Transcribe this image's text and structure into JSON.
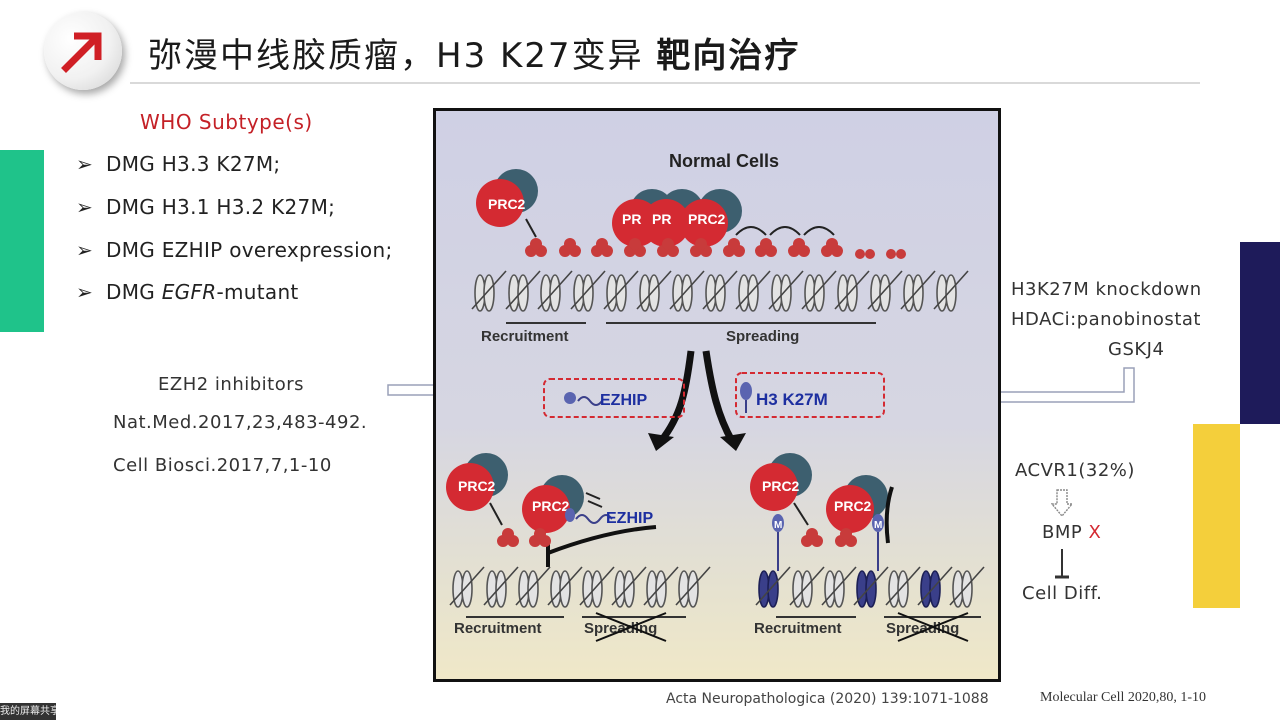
{
  "header": {
    "title_part1": "弥漫中线胶质瘤，H3 K27变异",
    "title_part2": "靶向治疗"
  },
  "left": {
    "who_label": "WHO Subtype(s)",
    "bullets": [
      {
        "pre": "DMG H3.3 K27M;",
        "italic": "",
        "post": ""
      },
      {
        "pre": "DMG H3.1 H3.2 K27M;",
        "italic": "",
        "post": ""
      },
      {
        "pre": "DMG EZHIP overexpression;",
        "italic": "",
        "post": ""
      },
      {
        "pre": "DMG ",
        "italic": "EGFR",
        "post": "-mutant"
      }
    ],
    "bullet_glyph": "➢",
    "refs": [
      "EZH2 inhibitors",
      "Nat.Med.2017,23,483-492.",
      "Cell Biosci.2017,7,1-10"
    ]
  },
  "figure": {
    "title": "Normal Cells",
    "prc2": "PRC2",
    "prc2_partial": "PR",
    "recruitment": "Recruitment",
    "spreading": "Spreading",
    "ezhip": "EZHIP",
    "h3k27m": "H3 K27M",
    "m": "M"
  },
  "right": {
    "lines": [
      "H3K27M knockdown",
      "HDACi:panobinostat",
      "GSKJ4"
    ],
    "acvr1": "ACVR1(32%)",
    "bmp": "BMP",
    "x": "X",
    "cell_diff": "Cell Diff."
  },
  "footer": {
    "acta": "Acta Neuropathologica (2020) 139:1071-1088",
    "molcell": "Molecular Cell 2020,80, 1-10"
  },
  "watermark": "我的屏幕共享",
  "colors": {
    "green": "#1fc38a",
    "navy": "#1e1b5a",
    "yellow": "#f4cf3b",
    "red": "#c42026"
  }
}
